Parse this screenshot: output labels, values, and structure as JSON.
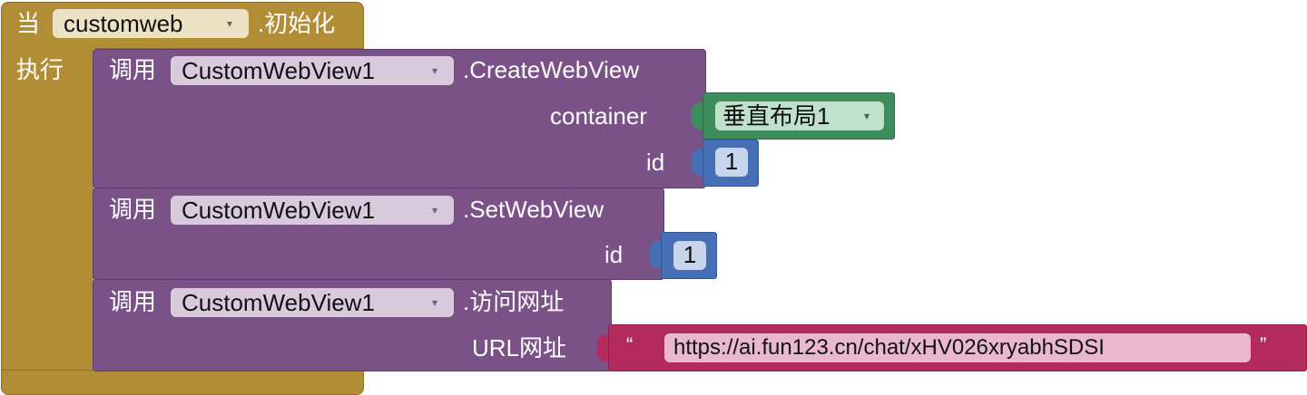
{
  "event": {
    "keyword_when": "当",
    "component": "customweb",
    "event_name": ".初始化",
    "keyword_do": "执行"
  },
  "blocks": [
    {
      "keyword": "调用",
      "component": "CustomWebView1",
      "method": ".CreateWebView",
      "params": [
        {
          "label": "container",
          "value": "垂直布局1"
        },
        {
          "label": "id",
          "value": "1"
        }
      ]
    },
    {
      "keyword": "调用",
      "component": "CustomWebView1",
      "method": ".SetWebView",
      "params": [
        {
          "label": "id",
          "value": "1"
        }
      ]
    },
    {
      "keyword": "调用",
      "component": "CustomWebView1",
      "method": ".访问网址",
      "params": [
        {
          "label": "URL网址",
          "value": "https://ai.fun123.cn/chat/xHV026xryabhSDSI",
          "quote_open": "“",
          "quote_close": "”"
        }
      ]
    }
  ],
  "icons": {
    "dropdown": "▾"
  },
  "colors": {
    "event": "#b18e35",
    "method": "#7a5288",
    "component_value": "#3d8c5c",
    "number": "#466fb5",
    "text": "#b32a5d"
  }
}
